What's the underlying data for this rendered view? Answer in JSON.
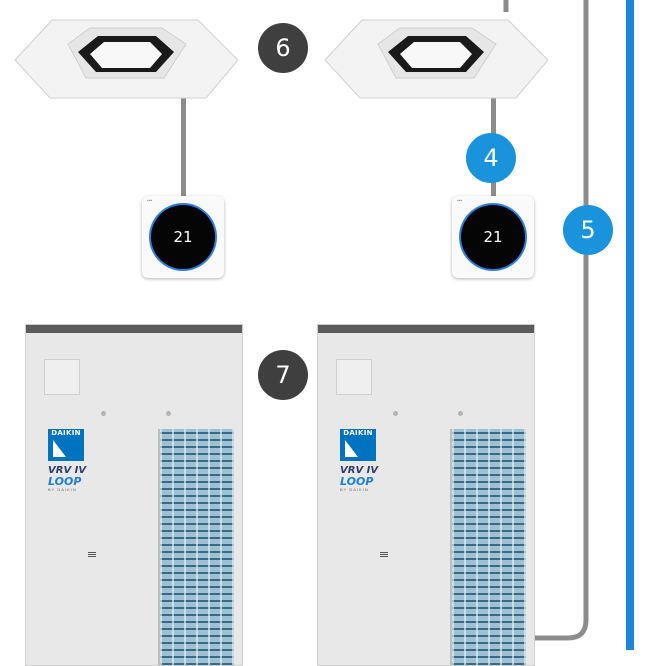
{
  "badges": {
    "badge_6": "6",
    "badge_4": "4",
    "badge_5": "5",
    "badge_7": "7"
  },
  "thermostats": [
    {
      "temperature": "21"
    },
    {
      "temperature": "21"
    }
  ],
  "outdoor_units": [
    {
      "brand": "DAIKIN",
      "model": "VRV IV",
      "series": "LOOP",
      "byline": "BY DAIKIN"
    },
    {
      "brand": "DAIKIN",
      "model": "VRV IV",
      "series": "LOOP",
      "byline": "BY DAIKIN"
    }
  ],
  "colors": {
    "badge_dark": "#3f3f3f",
    "badge_blue": "#1a93dd",
    "pipe": "#8c8c8c",
    "blue_line": "#1c86d6",
    "daikin_blue": "#0073c0"
  },
  "icons": [
    "ceiling-cassette-icon",
    "thermostat-icon",
    "outdoor-unit-icon"
  ]
}
